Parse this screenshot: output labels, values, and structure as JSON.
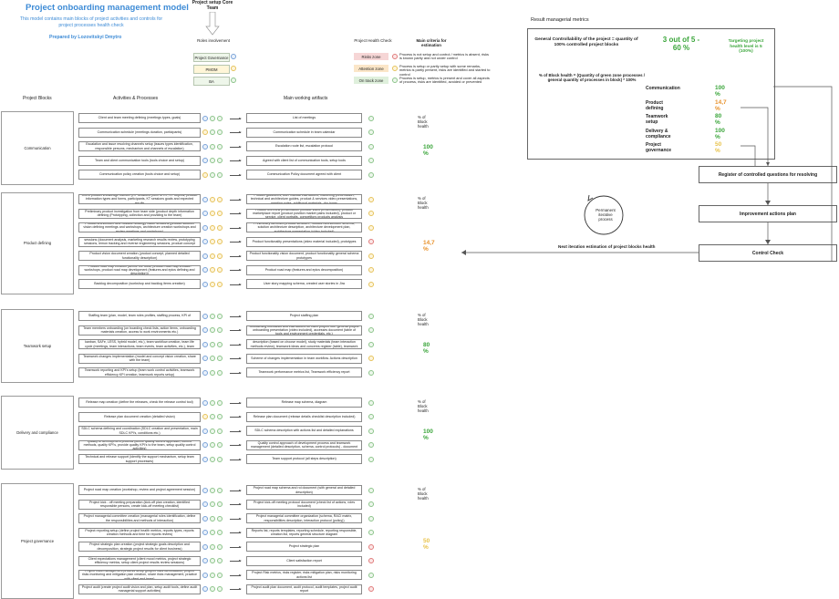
{
  "header": {
    "title": "Project onboarding management model",
    "subtitle": "This model contains main blocks of project activities and controls for project processes health check",
    "author": "Prepared by Lozovitskyi Dmytro"
  },
  "top": {
    "setup_label": "Project setup Core Team",
    "roles_label": "Roles involvement",
    "health_label": "Project Health Check",
    "criteria_label": "Main criteria for estimation",
    "roles": [
      "Project Governance",
      "PMOM",
      "BA"
    ],
    "health_boxes": [
      "Risks zone",
      "Attention zone",
      "On track zone"
    ],
    "criteria": [
      "Process is not setup and control / metrics is absent, risks is known partly and not under control",
      "Process is setup or partly setup with some remarks, metrics is partly present, risks are identified and started to control",
      "Process is setup, metrics is present and cover all aspects of process, risks are identified, avoided or prevented"
    ]
  },
  "columns": {
    "blocks": "Project Blocks",
    "activities": "Activities & Processes",
    "artifacts": "Main working artifacts"
  },
  "block_health_label": "% of Block health",
  "blocks": [
    {
      "name": "Communication",
      "percent": "100 %",
      "color": "#3aa53a",
      "rows": [
        {
          "act": "Client and team meeting defining (meetings types, goals)",
          "art": "List of meetings",
          "c": [
            "b",
            "g",
            "g"
          ],
          "h": "g"
        },
        {
          "act": "Communication schedule (meetings duration, participants)",
          "art": "Communication schedule in team calendar",
          "c": [
            "y",
            "g",
            "g"
          ],
          "h": "g"
        },
        {
          "act": "Escalation and issue resolving channels setup (issues types identification, responsible persons, mechanism and channels of escalation)",
          "art": "Escalation route list, escalation protocol",
          "c": [
            "b",
            "g",
            "g"
          ],
          "h": "g"
        },
        {
          "act": "Team and client communication tools (tools choice and setup)",
          "art": "Agreed with client list of communication tools, setup tools",
          "c": [
            "b",
            "g",
            "g"
          ],
          "h": "g"
        },
        {
          "act": "Communication policy creation (tools choice and setup)",
          "art": "Communication Policy document agreed with client",
          "c": [
            "y",
            "g",
            "g"
          ],
          "h": "g"
        }
      ]
    },
    {
      "name": "Product defining",
      "percent": "14,7 %",
      "color": "#e8922c",
      "rows": [
        {
          "act": "Client product knowledge transfer (KT sessions (form of KT, KT objects, product information types and forms, participants, KT sessions goals and expected results",
          "art": "Product guidelines, user manual instructions, marketing presentation, technical and architecture guides, product & services video presentations, meeting notes, additional materials, doc types",
          "c": [
            "b",
            "y",
            "y"
          ],
          "h": "y"
        },
        {
          "act": "Preliminary product investigation from team side (product depth information defining (Prototyping, collection and providing to the team)",
          "art": "Product overview presentation (include video presentation), product marketplace report (product position market pains included), product or service, client portraits, competitors products analysis",
          "c": [
            "b",
            "y",
            "y"
          ],
          "h": "y"
        },
        {
          "act": "Product architecture and Solution strategy vision sessions (product solution vision defining meetings and workshops, architecture creation workshops and review meetings and workshops)",
          "art": "Preliminary identified product structure, Solution architecture schema, solution architecture description, architecture development plan, architecture presentation (video included)",
          "c": [
            "b",
            "y",
            "y"
          ],
          "h": "y"
        },
        {
          "act": "Detailed product functionality creation (or decomposition) workshops and sessions (document analysis, marketing research results review, prototyping sessions, lemon tracking and reverse engineering sessions, product concept review sessions etc.)",
          "art": "Product functionality presentations (video material included), prototypes",
          "c": [
            "b",
            "y",
            "y"
          ],
          "h": "r"
        },
        {
          "act": "Product vision document creation (product concept, planned detailed functionality description)",
          "art": "Product functionality vision document, product functionality general schema prototypes",
          "c": [
            "b",
            "y",
            "y"
          ],
          "h": "y"
        },
        {
          "act": "Product road map creation (define the tools, product road map creation workshops, product road map development (features and epics defining and description))",
          "art": "Product road map (features and epics decomposition)",
          "c": [
            "b",
            "y",
            "y"
          ],
          "h": "y"
        },
        {
          "act": "Backlog decomposition (workshop and backlog items creation)",
          "art": "User story mapping schema, created user stories in Jira",
          "c": [
            "b",
            "y",
            "y"
          ],
          "h": "y"
        }
      ]
    },
    {
      "name": "Teamwork setup",
      "percent": "80 %",
      "color": "#3aa53a",
      "rows": [
        {
          "act": "Staffing team (plan, model, team roles profiles, staffing process, KPI of",
          "art": "Project staffing plan",
          "c": [
            "b",
            "g",
            "g"
          ],
          "h": "g"
        },
        {
          "act": "Team members onboarding (on boarding check lists, action items, onboarding materials creation, access to work environments etc.)",
          "art": "Onboarding checklists and instructions for each project role, general project onboarding presentation (video included), accesses document (table of tools and environment credentials, etc.)",
          "c": [
            "b",
            "g",
            "g"
          ],
          "h": "g"
        },
        {
          "act": "Teamwork model setup (teamwork model identification (waterfall, scrum, kanban, SAFe, LESS, hybrid model, etc.), team workflow creation, team life cycle (meetings, team interactions, team events, team activities, etc.), team model implementation plan and first results analysis)",
          "art": "Team workflow (detailed and general schema, teamwork process detailed description (based on choose model), study materials (team interaction methods review), teamwork ideas and concerns register (table), teamwork report)",
          "c": [
            "b",
            "g",
            "g"
          ],
          "h": "g"
        },
        {
          "act": "Teamwork changes implementation (model and concept vision creation, share with the team)",
          "art": "Scheme of changes implementation in team workflow. Actions description",
          "c": [
            "b",
            "g",
            "g"
          ],
          "h": "y"
        },
        {
          "act": "Teamwork reporting and KPI's setup (team work control activities, teamwork efficiency KPI creation, teamwork reports setup)",
          "art": "Teamwork performance metrics list, Teamwork efficiency report",
          "c": [
            "b",
            "g",
            "g"
          ],
          "h": "g"
        }
      ]
    },
    {
      "name": "Delivery and compliance",
      "percent": "100 %",
      "color": "#3aa53a",
      "rows": [
        {
          "act": "Release map creation (define the releases, check the release control tool)",
          "art": "Release map schema, diagram",
          "c": [
            "b",
            "g",
            "g"
          ],
          "h": "g"
        },
        {
          "act": "Release plan document creation (detailed vision)",
          "art": "Release plan document (release details checklist description included)",
          "c": [
            "y",
            "g",
            "g"
          ],
          "h": "g"
        },
        {
          "act": "SDLC schema defining and coordination (SDLC creation and presentation, main SDLC KPI's, conditions etc.)",
          "art": "SDLC schema description with actions list and detailed explanations",
          "c": [
            "b",
            "g",
            "g"
          ],
          "h": "g"
        },
        {
          "act": "Quality of development process (define quality control approach, control methods, quality KPI's, provide quality KPI's to the team, setup quality control activities)",
          "art": "Quality control approach of development process and teamwork management (detailed description, schema, control protocols) - document",
          "c": [
            "b",
            "g",
            "g"
          ],
          "h": "g"
        },
        {
          "act": "Technical and release support (identify the support mechanism, setup team support processes)",
          "art": "Team support protocol (all steps description)",
          "c": [
            "b",
            "g",
            "g"
          ],
          "h": "g"
        }
      ]
    },
    {
      "name": "Project governance",
      "percent": "50 %",
      "color": "#e8c24a",
      "rows": [
        {
          "act": "Project road map creation (workshop, review and project agreement session)",
          "art": "Project road map schema and roi document (with general and detailed description)",
          "c": [
            "b",
            "g",
            "g"
          ],
          "h": "g"
        },
        {
          "act": "Project kick - off meeting preparation (kick-off plan creation, identified responsible persons, create kick-off meeting checklist)",
          "art": "Project kick-off meeting protocol document (check list of actions, roles included)",
          "c": [
            "b",
            "g",
            "g"
          ],
          "h": "g"
        },
        {
          "act": "Project managerial committee creation (managerial roles identification, define the responsibilities and methods of interaction)",
          "art": "Project managerial committee organization (schema, RACI matrix, responsibilities description, interaction protocol (policy))",
          "c": [
            "b",
            "g",
            "g"
          ],
          "h": "g"
        },
        {
          "act": "Project reporting setup (define project health metrics, reports types, reports creation methods and time for reports review)",
          "art": "Reports list, reports templates, reporting schedule, reporting responsible, creation list, reports general structure diagram",
          "c": [
            "b",
            "g",
            "g"
          ],
          "h": "g"
        },
        {
          "act": "Project strategic plan creation (project strategic goals description and decomposition, strategic project results for client business)",
          "art": "Project strategic plan",
          "c": [
            "b",
            "g",
            "g"
          ],
          "h": "r"
        },
        {
          "act": "Client expectations management (client mood metrics, project strategic efficiency metrics, setup client project results review sessions)",
          "art": "Client satisfaction report",
          "c": [
            "b",
            "g",
            "g"
          ],
          "h": "r"
        },
        {
          "act": "Project risks management process setup (project risks identification, project risks monitoring and mitigation plan creation, share risks management, practice with client and team)",
          "art": "Project Risk metrics, risks register, risks mitigation plan, risks monitoring actions list",
          "c": [
            "b",
            "g",
            "g"
          ],
          "h": "g"
        },
        {
          "act": "Project audit (create project audit vision and plan, setup audit tools, define audit managerial support activities)",
          "art": "Project audit plan document, audit protocol, audit templates, project audit report",
          "c": [
            "b",
            "g",
            "g"
          ],
          "h": "r"
        }
      ]
    }
  ],
  "metrics": {
    "title": "Result managerial metrics",
    "controllability_label": "General Controllability of the project = quantity of 100% controlled project blocks",
    "controllability_value": "3 out of 5 - 60 %",
    "target": "Targeting project health level is 5 (100%)",
    "formula": "% of Block health = (Quantity of green zone processes / general quantity of processes in block) * 100%",
    "items": [
      {
        "label": "Communication",
        "value": "100 %",
        "color": "#3aa53a"
      },
      {
        "label": "Product defining",
        "value": "14,7 %",
        "color": "#e8922c"
      },
      {
        "label": "Teamwork setup",
        "value": "80 %",
        "color": "#3aa53a"
      },
      {
        "label": "Delivery & compliance",
        "value": "100 %",
        "color": "#3aa53a"
      },
      {
        "label": "Project governance",
        "value": "50 %",
        "color": "#e8c24a"
      }
    ]
  },
  "flow": {
    "register": "Register of controlled questions for resolving",
    "improvement": "Improvement actions plan",
    "control": "Control Check",
    "permanent": "Permanent iterative process",
    "next_iter": "Next iteration estimation of project blocks health"
  }
}
